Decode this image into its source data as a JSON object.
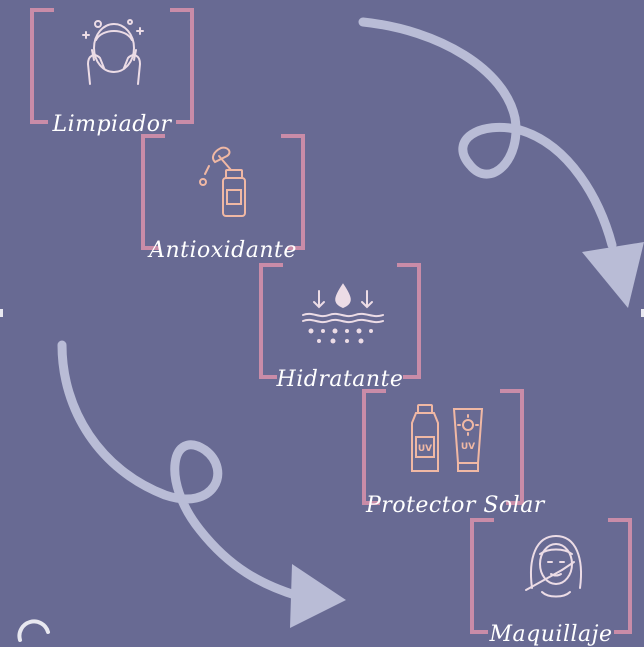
{
  "steps": [
    {
      "label": "Limpiador",
      "icon": "face-washing-icon"
    },
    {
      "label": "Antioxidante",
      "icon": "serum-dropper-icon"
    },
    {
      "label": "Hidratante",
      "icon": "skin-hydration-icon"
    },
    {
      "label": "Protector Solar",
      "icon": "sunscreen-bottles-icon"
    },
    {
      "label": "Maquillaje",
      "icon": "makeup-face-icon"
    }
  ],
  "icons": {
    "sunscreen_text": "UV"
  },
  "colors": {
    "background": "#686a93",
    "frame": "#c98ca8",
    "arrow": "#b9bcd6",
    "label": "#ffffff"
  }
}
